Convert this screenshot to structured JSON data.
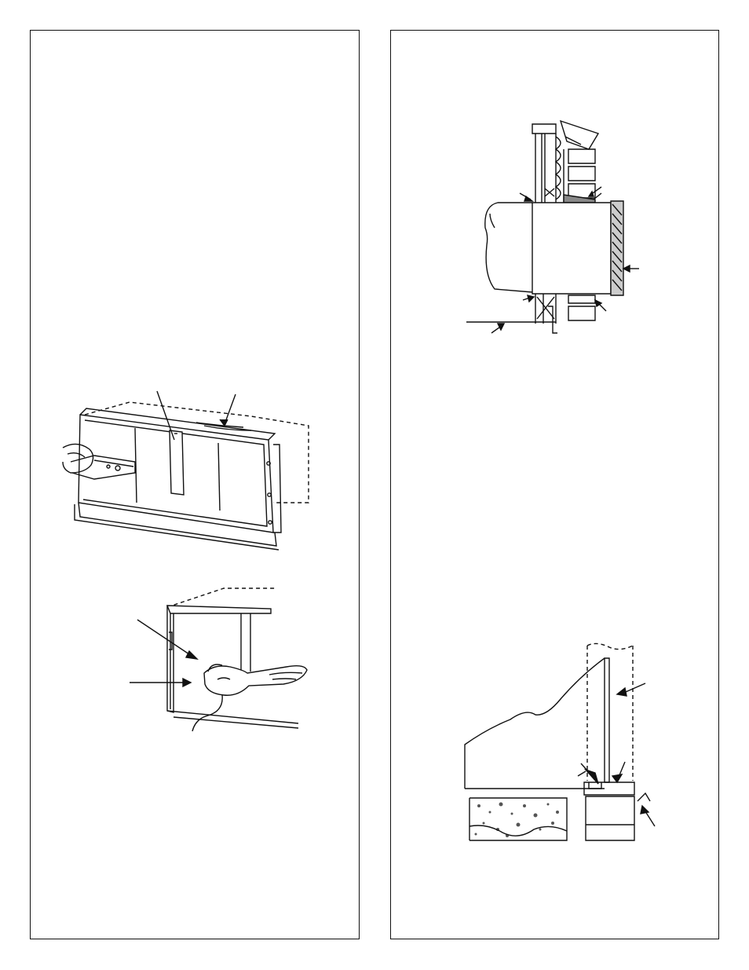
{
  "page": {
    "background": "#ffffff",
    "line_color": "#111111"
  },
  "left_panel": {
    "figures": [
      {
        "id": "sleeve-insert",
        "icon": "wall-sleeve-with-support-bracket-drawing",
        "labels": []
      },
      {
        "id": "sleeve-drill",
        "icon": "hand-drilling-sleeve-corner-drawing",
        "labels": []
      }
    ]
  },
  "right_panel": {
    "figures": [
      {
        "id": "wall-section",
        "icon": "wall-cross-section-with-sleeve-drawing",
        "labels": []
      },
      {
        "id": "floor-detail",
        "icon": "unit-on-floor-with-shim-drawing",
        "labels": []
      }
    ]
  }
}
